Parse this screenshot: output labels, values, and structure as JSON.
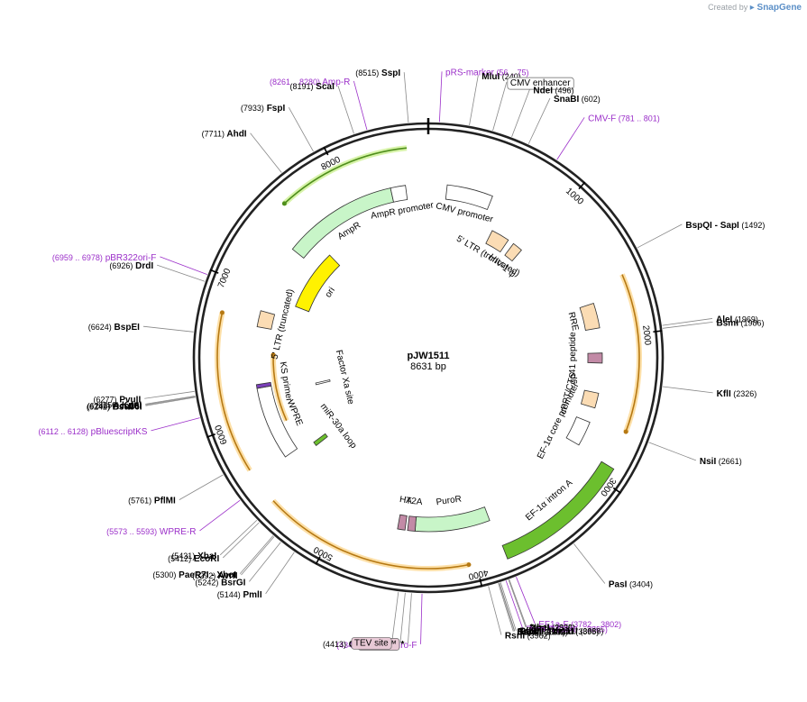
{
  "credit": {
    "prefix": "Created by",
    "brand": "SnapGene"
  },
  "plasmid": {
    "name": "pJW1511",
    "size": "8631 bp",
    "length": 8631
  },
  "ticks": [
    "1000",
    "2000",
    "3000",
    "4000",
    "5000",
    "6000",
    "7000",
    "8000"
  ],
  "colors": {
    "enzyme": "#000000",
    "primer": "#9b2fc9",
    "promoter": "#000000",
    "orange": "#f0a93a",
    "green": "#6cbf2e",
    "lightgreen": "#c8f5c8",
    "peach": "#fbdcb4",
    "yellow": "#fff200",
    "mauve": "#c28aa6"
  },
  "sites": [
    {
      "id": "ssp",
      "pos": "(8515)",
      "name": "SspI",
      "bp": 8515,
      "kind": "enzyme"
    },
    {
      "id": "prs",
      "name": "pRS-marker",
      "range": "(56 .. 75)",
      "bp": 65,
      "kind": "primer"
    },
    {
      "id": "mlu",
      "name": "MluI",
      "pos": "(240)",
      "bp": 240,
      "kind": "enzyme"
    },
    {
      "id": "ampr-p",
      "range": "(8261 .. 8280)",
      "name": "Amp-R",
      "bp": 8270,
      "kind": "primer"
    },
    {
      "id": "sca",
      "pos": "(8191)",
      "name": "ScaI",
      "bp": 8191,
      "kind": "enzyme"
    },
    {
      "id": "fsp",
      "pos": "(7933)",
      "name": "FspI",
      "bp": 7933,
      "kind": "enzyme"
    },
    {
      "id": "ahd",
      "pos": "(7711)",
      "name": "AhdI",
      "bp": 7711,
      "kind": "enzyme"
    },
    {
      "id": "cmve",
      "name": "CMV enhancer",
      "bp": 380,
      "kind": "box"
    },
    {
      "id": "nde",
      "name": "NdeI",
      "pos": "(496)",
      "bp": 496,
      "kind": "enzyme"
    },
    {
      "id": "sna",
      "name": "SnaBI",
      "pos": "(602)",
      "bp": 602,
      "kind": "enzyme"
    },
    {
      "id": "cmvf",
      "name": "CMV-F",
      "range": "(781 .. 801)",
      "bp": 791,
      "kind": "primer"
    },
    {
      "id": "bspqi",
      "name": "BspQI",
      "extra": "SapI",
      "pos": "(1492)",
      "bp": 1492,
      "kind": "enzyme"
    },
    {
      "id": "ale",
      "name": "AleI",
      "pos": "(1969)",
      "bp": 1969,
      "kind": "enzyme"
    },
    {
      "id": "bsm",
      "name": "BsmI",
      "pos": "(1986)",
      "bp": 1986,
      "kind": "enzyme"
    },
    {
      "id": "kfl",
      "name": "KflI",
      "pos": "(2326)",
      "bp": 2326,
      "kind": "enzyme"
    },
    {
      "id": "nsi",
      "name": "NsiI",
      "pos": "(2661)",
      "bp": 2661,
      "kind": "enzyme"
    },
    {
      "id": "pas",
      "name": "PasI",
      "pos": "(3404)",
      "bp": 3404,
      "kind": "enzyme"
    },
    {
      "id": "ef1af",
      "name": "EF1a-F",
      "range": "(3782 .. 3802)",
      "bp": 3792,
      "kind": "primer"
    },
    {
      "id": "nhe",
      "name": "NheI",
      "pos": "(3835)",
      "bp": 3835,
      "kind": "enzyme"
    },
    {
      "id": "bmt",
      "name": "BmtI",
      "pos": "(3839)",
      "bp": 3839,
      "kind": "enzyme"
    },
    {
      "id": "puror",
      "name": "Puro-R",
      "range": "(3846 .. 3865)",
      "bp": 3855,
      "kind": "primer"
    },
    {
      "id": "pflfi",
      "name": "PflFI",
      "extra": "Tth111I",
      "pos": "(3888)",
      "bp": 3888,
      "kind": "enzyme"
    },
    {
      "id": "tspmi",
      "name": "TspMI",
      "extra": "XmaI",
      "pos": "(3895)",
      "bp": 3895,
      "kind": "enzyme"
    },
    {
      "id": "sma",
      "name": "SmaI",
      "pos": "(3897)",
      "bp": 3897,
      "kind": "enzyme"
    },
    {
      "id": "bsiwi",
      "name": "BsiWI",
      "pos": "(3902)",
      "bp": 3902,
      "kind": "enzyme"
    },
    {
      "id": "rsrii",
      "name": "RsrII",
      "pos": "(3962)",
      "bp": 3962,
      "kind": "enzyme"
    },
    {
      "id": "purof",
      "name": "Puro-F",
      "range": "(4342 .. 4362)",
      "bp": 4352,
      "kind": "primer"
    },
    {
      "id": "csi",
      "pos": "(4413)",
      "name": "CsiI",
      "extra": "SexAI *",
      "bp": 4413,
      "kind": "enzyme"
    },
    {
      "id": "avitag",
      "name": "AviTag™",
      "bp": 4450,
      "kind": "featbox"
    },
    {
      "id": "tev",
      "name": "TEV site",
      "bp": 4490,
      "kind": "featbox"
    },
    {
      "id": "pml",
      "pos": "(5144)",
      "name": "PmlI",
      "bp": 5144,
      "kind": "enzyme"
    },
    {
      "id": "bsrgi",
      "pos": "(5242)",
      "name": "BsrGI",
      "bp": 5242,
      "kind": "enzyme"
    },
    {
      "id": "avrii",
      "pos": "(5292)",
      "name": "AvrII",
      "bp": 5292,
      "kind": "enzyme"
    },
    {
      "id": "paer7i",
      "pos": "(5300)",
      "name": "PaeR7I",
      "extra": "XhoI",
      "bp": 5300,
      "kind": "enzyme"
    },
    {
      "id": "ecori",
      "pos": "(5412)",
      "name": "EcoRI",
      "bp": 5412,
      "kind": "enzyme"
    },
    {
      "id": "xbai",
      "pos": "(5431)",
      "name": "XbaI",
      "bp": 5431,
      "kind": "enzyme"
    },
    {
      "id": "wprer",
      "range": "(5573 .. 5593)",
      "name": "WPRE-R",
      "bp": 5583,
      "kind": "primer"
    },
    {
      "id": "pflmi",
      "pos": "(5761)",
      "name": "PflMI",
      "bp": 5761,
      "kind": "enzyme"
    },
    {
      "id": "pbks",
      "range": "(6112 .. 6128)",
      "name": "pBluescriptKS",
      "bp": 6120,
      "kind": "primer"
    },
    {
      "id": "bsu36i",
      "pos": "(6242)",
      "name": "Bsu36I",
      "bp": 6242,
      "kind": "enzyme"
    },
    {
      "id": "acc65i",
      "pos": "(6246)",
      "name": "Acc65I",
      "bp": 6246,
      "kind": "enzyme"
    },
    {
      "id": "kpni",
      "pos": "(6250)",
      "name": "KpnI",
      "bp": 6250,
      "kind": "enzyme"
    },
    {
      "id": "pvuii",
      "pos": "(6277)",
      "name": "PvuII",
      "bp": 6277,
      "kind": "enzyme"
    },
    {
      "id": "bspei",
      "pos": "(6624)",
      "name": "BspEI",
      "bp": 6624,
      "kind": "enzyme"
    },
    {
      "id": "drdi",
      "pos": "(6926)",
      "name": "DrdI",
      "bp": 6926,
      "kind": "enzyme"
    },
    {
      "id": "pbr",
      "range": "(6959 .. 6978)",
      "name": "pBR322ori-F",
      "bp": 6968,
      "kind": "primer"
    }
  ],
  "features": [
    {
      "id": "ampr",
      "label": "AmpR",
      "start": 7400,
      "end": 8330,
      "dir": -1,
      "color": "lightgreen",
      "track": 1
    },
    {
      "id": "amprprom",
      "label": "AmpR promoter",
      "start": 8330,
      "end": 8450,
      "dir": -1,
      "color": "white",
      "track": 1
    },
    {
      "id": "ori",
      "label": "ori",
      "start": 6980,
      "end": 7580,
      "dir": -1,
      "color": "yellow",
      "track": 2
    },
    {
      "id": "cmvprom",
      "label": "CMV promoter",
      "start": 150,
      "end": 520,
      "dir": 1,
      "color": "white",
      "track": 1
    },
    {
      "id": "ltr5t",
      "label": "5' LTR (truncated)",
      "start": 640,
      "end": 820,
      "dir": 0,
      "color": "peach",
      "track": 2
    },
    {
      "id": "hiv",
      "label": "HIV-1 ψ",
      "start": 880,
      "end": 980,
      "dir": 0,
      "color": "peach",
      "track": 2
    },
    {
      "id": "rre",
      "label": "RRE",
      "start": 1720,
      "end": 1920,
      "dir": 0,
      "color": "peach",
      "track": 1
    },
    {
      "id": "gp41",
      "label": "gp41 peptide",
      "start": 2120,
      "end": 2200,
      "dir": 1,
      "color": "mauve",
      "track": 1
    },
    {
      "id": "cppt",
      "label": "cPPT/CTS",
      "start": 2440,
      "end": 2560,
      "dir": 0,
      "color": "peach",
      "track": 1
    },
    {
      "id": "ef1core",
      "label": "EF-1α core promoter",
      "start": 2680,
      "end": 2880,
      "dir": 1,
      "color": "white",
      "track": 1
    },
    {
      "id": "ef1intron",
      "label": "EF-1α intron A",
      "start": 2900,
      "end": 3800,
      "dir": 1,
      "color": "green",
      "track": 0
    },
    {
      "id": "puro",
      "label": "PuroR",
      "start": 3820,
      "end": 4420,
      "dir": -1,
      "color": "lightgreen",
      "track": 1
    },
    {
      "id": "t2a",
      "label": "T2A",
      "start": 4420,
      "end": 4480,
      "dir": 0,
      "color": "mauve",
      "track": 1
    },
    {
      "id": "ha",
      "label": "HA",
      "start": 4500,
      "end": 4560,
      "dir": 0,
      "color": "mauve",
      "track": 1
    },
    {
      "id": "ltr5b",
      "label": "5' LTR (truncated)",
      "start": 6720,
      "end": 6850,
      "dir": 0,
      "color": "peach",
      "track": 1
    },
    {
      "id": "mir30a",
      "label": "miR-30a loop",
      "start": 5560,
      "end": 5600,
      "dir": 0,
      "color": "green",
      "track": 2
    },
    {
      "id": "wpre",
      "label": "WPRE",
      "start": 5640,
      "end": 6230,
      "dir": 1,
      "color": "white",
      "track": 1
    },
    {
      "id": "ksprimer",
      "label": "KS primer",
      "start": 6230,
      "end": 6260,
      "dir": 0,
      "color": "primer",
      "track": 1
    },
    {
      "id": "factorxa",
      "label": "Factor Xa site",
      "start": 6150,
      "end": 6170,
      "dir": 0,
      "color": "white",
      "track": 3
    }
  ],
  "orange_arcs": [
    {
      "id": "orange1",
      "start": 1600,
      "end": 2650,
      "dir": 1,
      "track": 0
    },
    {
      "id": "orange2",
      "start": 4050,
      "end": 5450,
      "dir": -1,
      "track": 0
    },
    {
      "id": "orange3",
      "start": 5700,
      "end": 6770,
      "dir": 1,
      "track": 0
    },
    {
      "id": "orange4",
      "start": 5900,
      "end": 6500,
      "dir": 1,
      "track": 1
    },
    {
      "id": "green1",
      "start": 7600,
      "end": 8490,
      "dir": -1,
      "track": 0
    }
  ]
}
